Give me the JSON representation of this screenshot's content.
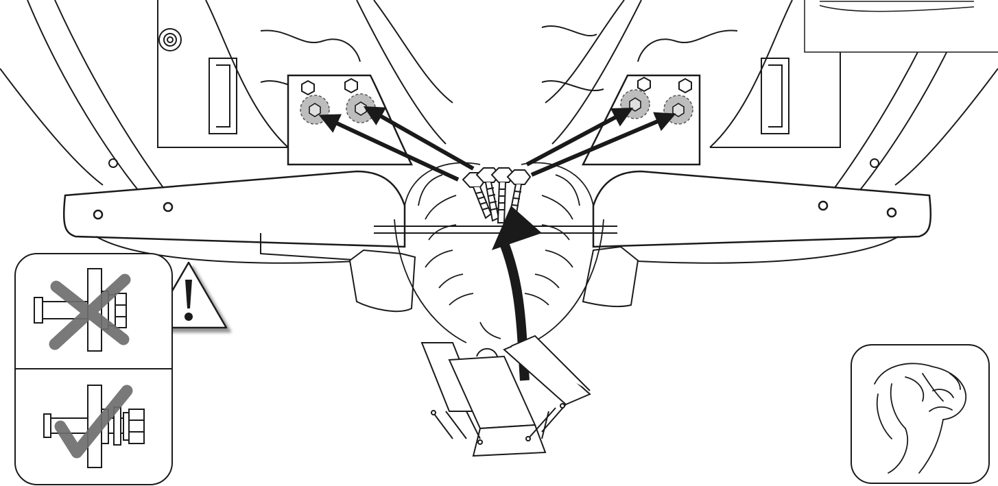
{
  "figure": {
    "kind": "installation-instruction-drawing",
    "text_labels": [],
    "colors": {
      "line": "#1a1a1a",
      "arrow": "#1a1a1a",
      "highlight_circle": "#bdbdbd",
      "wrong_cross": "#6e6e6e",
      "right_check": "#6e6e6e",
      "panel_shadow": "#9a9a9a"
    },
    "icons": {
      "warning": "exclamation-triangle-icon",
      "wrong": "cross-mark-icon",
      "right": "check-mark-icon",
      "hand": "hand-tighten-icon",
      "toolbox": "toolbox-icon",
      "bolts": "bolt-set-icon"
    },
    "callouts": {
      "mounting_points": 4,
      "bolts_in_set": 4
    }
  }
}
